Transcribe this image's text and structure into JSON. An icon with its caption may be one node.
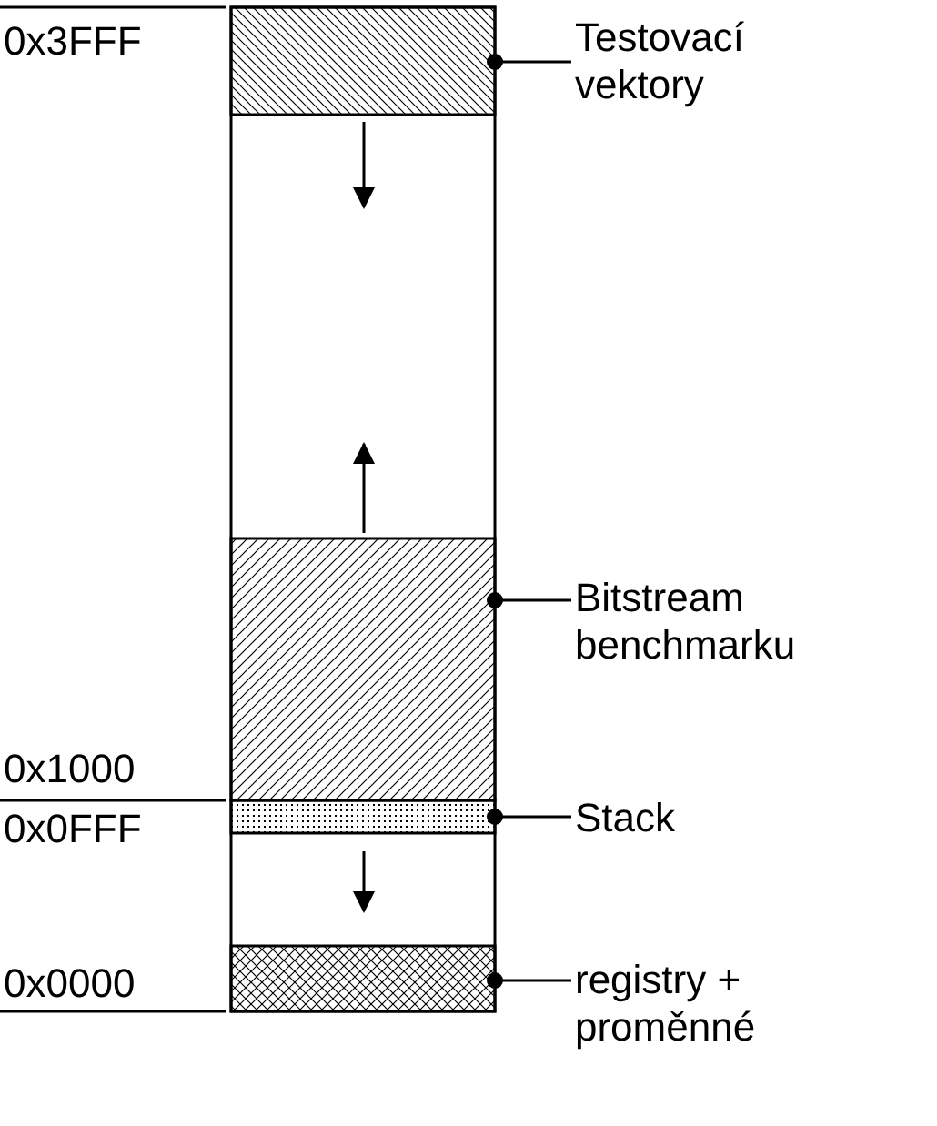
{
  "diagram": {
    "nodes": [
      {
        "text": [
          "Testovací vektory"
        ]
      },
      {
        "text": [],
        "shape": "box"
      },
      {
        "text": [
          "Bitstream benchmarku"
        ]
      },
      {
        "text": [],
        "shape": "box"
      },
      {
        "text": [
          "Stack"
        ]
      },
      {
        "text": [],
        "shape": "box"
      },
      {
        "text": [
          "registry + proměnné"
        ]
      },
      {
        "text": [],
        "shape": "box"
      }
    ],
    "edges": [
      {
        "from": 0,
        "to": 1,
        "arrow": "other"
      },
      {
        "from": 2,
        "to": 3,
        "arrow": "other"
      },
      {
        "from": 4,
        "to": 5,
        "arrow": "other"
      },
      {
        "from": 6,
        "to": 7,
        "arrow": "other"
      }
    ],
    "labels": [
      "0x3FFF",
      "0x1000",
      "0x0FFF",
      "0x0000"
    ]
  }
}
